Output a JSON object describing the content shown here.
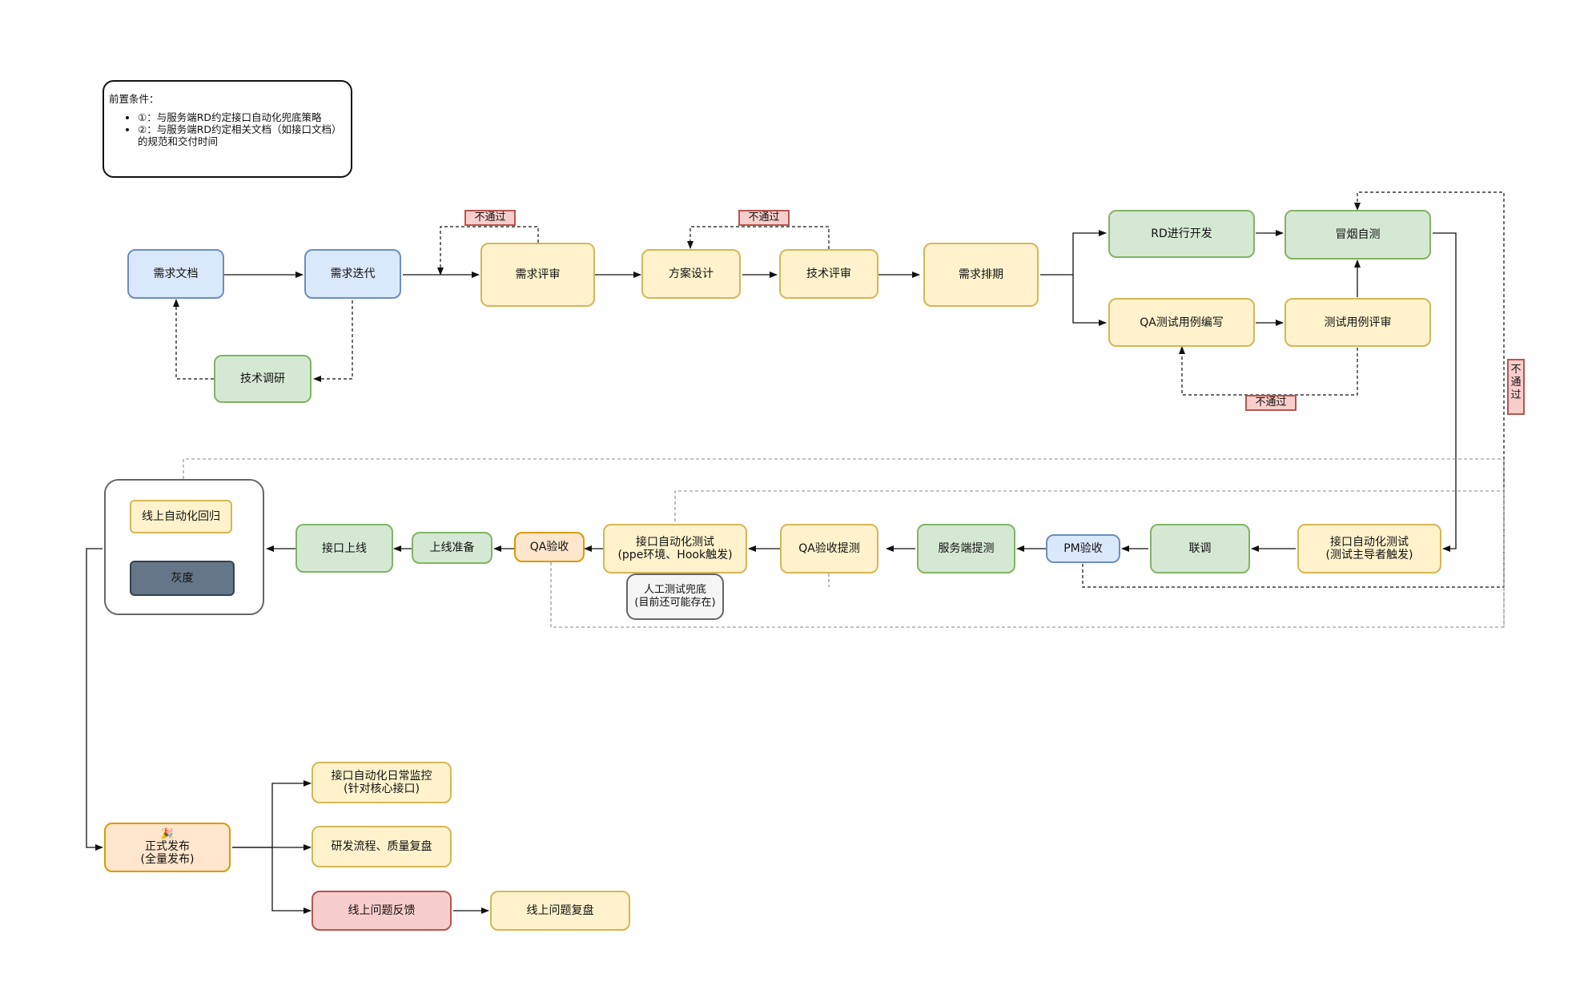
{
  "precondition": {
    "title": "前置条件：",
    "items": [
      "①：与服务端RD约定接口自动化兜底策略",
      "②：与服务端RD约定相关文档（如接口文档）的规范和交付时间"
    ]
  },
  "nodes": {
    "req_doc": "需求文档",
    "req_iter": "需求迭代",
    "tech_research": "技术调研",
    "req_review": "需求评审",
    "solution_design": "方案设计",
    "tech_review": "技术评审",
    "req_schedule": "需求排期",
    "rd_dev": "RD进行开发",
    "smoke_test": "冒烟自测",
    "qa_case_write": "QA测试用例编写",
    "case_review": "测试用例评审",
    "api_test_1_line1": "接口自动化测试",
    "api_test_1_line2": "(测试主导者触发)",
    "joint_debug": "联调",
    "pm_accept": "PM验收",
    "server_submit": "服务端提测",
    "qa_submit": "QA验收提测",
    "api_test_2_line1": "接口自动化测试",
    "api_test_2_line2": "(ppe环境、Hook触发)",
    "manual_line1": "人工测试兜底",
    "manual_line2": "(目前还可能存在)",
    "qa_accept": "QA验收",
    "release_prep": "上线准备",
    "api_online": "接口上线",
    "online_regression": "线上自动化回归",
    "gray": "灰度",
    "release_icon": "🎉",
    "release_line1": "正式发布",
    "release_line2": "(全量发布)",
    "daily_monitor_line1": "接口自动化日常监控",
    "daily_monitor_line2": "(针对核心接口)",
    "process_review": "研发流程、质量复盘",
    "online_feedback": "线上问题反馈",
    "online_review": "线上问题复盘"
  },
  "labels": {
    "reject": "不通过",
    "reject_v": [
      "不",
      "通",
      "过"
    ]
  },
  "colors": {
    "blue_fill": "#dae8fc",
    "yellow_fill": "#fff2cc",
    "green_fill": "#d5e8d4",
    "orange_fill": "#ffe6cc",
    "red_fill": "#f8cecc",
    "dark_fill": "#647687"
  }
}
